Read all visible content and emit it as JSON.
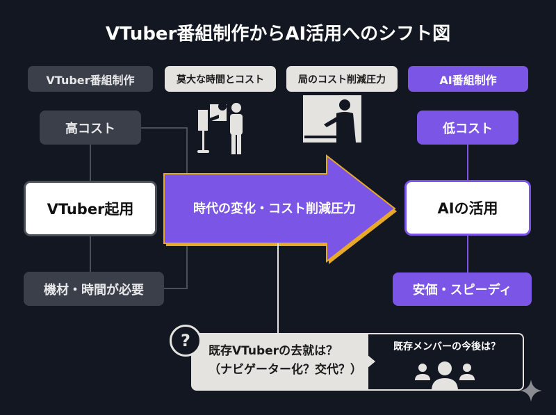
{
  "title": "VTuber番組制作からAI活用へのシフト図",
  "headers": {
    "vtuber_production": "VTuber番組制作",
    "huge_time_cost": "莫大な時間とコスト",
    "station_cost_pressure": "局のコスト削減圧力",
    "ai_production": "AI番組制作"
  },
  "left": {
    "top_label": "高コスト",
    "center_label": "VTuber起用",
    "bottom_label": "機材・時間が必要"
  },
  "arrow": {
    "label": "時代の変化・コスト削減圧力"
  },
  "right": {
    "top_label": "低コスト",
    "center_label": "AIの活用",
    "bottom_label": "安価・スピーディ"
  },
  "question": {
    "icon": "?",
    "line1": "既存VTuberの去就は？",
    "line2": "（ナビゲーター化？交代？）",
    "members_label": "既存メンバーの今後は？"
  },
  "colors": {
    "background": "#121722",
    "purple": "#7a55e6",
    "gold": "#e8a92a",
    "gray_box": "#3a3f4a",
    "light_box": "#e4e3df"
  }
}
